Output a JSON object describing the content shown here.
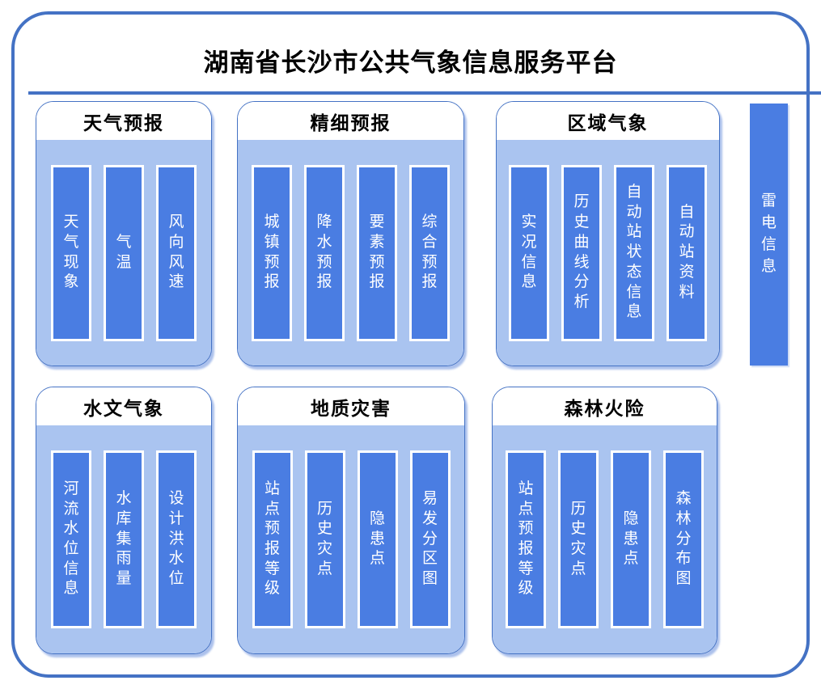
{
  "title": "湖南省长沙市公共气象信息服务平台",
  "colors": {
    "frame_border": "#4472C4",
    "panel_border": "#4472C4",
    "panel_body_bg": "#AAC4F0",
    "bar_fill": "#4A7DE2",
    "bar_text": "#FFFFFF",
    "title_text": "#000000"
  },
  "panels": [
    {
      "title": "天气预报",
      "items": [
        "天气现象",
        "气温",
        "风向风速"
      ]
    },
    {
      "title": "精细预报",
      "items": [
        "城镇预报",
        "降水预报",
        "要素预报",
        "综合预报"
      ]
    },
    {
      "title": "区域气象",
      "items": [
        "实况信息",
        "历史曲线分析",
        "自动站状态信息",
        "自动站资料"
      ]
    },
    {
      "title": "水文气象",
      "items": [
        "河流水位信息",
        "水库集雨量",
        "设计洪水位"
      ]
    },
    {
      "title": "地质灾害",
      "items": [
        "站点预报等级",
        "历史灾点",
        "隐患点",
        "易发分区图"
      ]
    },
    {
      "title": "森林火险",
      "items": [
        "站点预报等级",
        "历史灾点",
        "隐患点",
        "森林分布图"
      ]
    }
  ],
  "lightning_bar": {
    "label": "雷电信息"
  }
}
